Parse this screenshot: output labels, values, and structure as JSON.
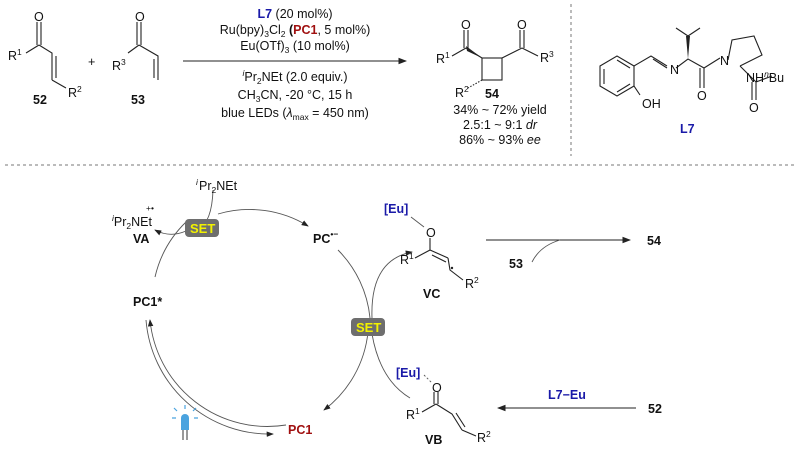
{
  "top": {
    "reactant1": {
      "r1": "R",
      "r1_sup": "1",
      "r2": "R",
      "r2_sup": "2",
      "o": "O",
      "label": "52"
    },
    "plus": "+",
    "reactant2": {
      "r3": "R",
      "r3_sup": "3",
      "o": "O",
      "label": "53"
    },
    "conditions": {
      "l7": "L7",
      "l7_amt": " (20 mol%)",
      "ru_a": "Ru(bpy)",
      "ru_sub1": "3",
      "ru_b": "Cl",
      "ru_sub2": "2",
      "ru_c": " (",
      "pc1": "PC1",
      "ru_d": ", 5 mol%)",
      "eu_a": "Eu(OTf)",
      "eu_sub": "3",
      "eu_b": " (10 mol%)",
      "base_sup": "i",
      "base_a": "Pr",
      "base_sub": "2",
      "base_b": "NEt (2.0 equiv.)",
      "solv_a": "CH",
      "solv_sub": "3",
      "solv_b": "CN, -20 °C, 15 h",
      "light_a": "blue LEDs (",
      "lambda": "λ",
      "light_sub": "max",
      "light_b": " = 450 nm)"
    },
    "product": {
      "o": "O",
      "r1": "R",
      "r1_sup": "1",
      "r2": "R",
      "r2_sup": "2",
      "r3": "R",
      "r3_sup": "3",
      "label": "54",
      "yield": "34% ~ 72% yield",
      "dr_a": "2.5:1 ~ 9:1 ",
      "dr_b": "dr",
      "ee_a": "86% ~ 93% ",
      "ee_b": "ee"
    },
    "ligand": {
      "n": "N",
      "o": "O",
      "oh": "OH",
      "nh_a": "NH",
      "nh_sup": "n",
      "nh_b": "Bu",
      "label": "L7"
    }
  },
  "mechanism": {
    "amine_sup": "i",
    "amine_a": "Pr",
    "amine_sub": "2",
    "amine_b": "NEt",
    "radical_cation_sup": "+•",
    "va": "VA",
    "set": "SET",
    "pc_minus": "PC",
    "pc_minus_sup": "•−",
    "pc1_star": "PC1*",
    "pc1": "PC1",
    "eu": "[Eu]",
    "o": "O",
    "r1": "R",
    "r1_sup": "1",
    "r2": "R",
    "r2_sup": "2",
    "vc": "VC",
    "vb": "VB",
    "reagent_53": "53",
    "product_54": "54",
    "l7_eu": "L7−Eu",
    "substrate_52": "52"
  },
  "colors": {
    "blue": "#1a1aa8",
    "red": "#a01010",
    "set_box": "#6e6e6e",
    "set_text": "#f2f200",
    "led": "#4aa3df"
  }
}
